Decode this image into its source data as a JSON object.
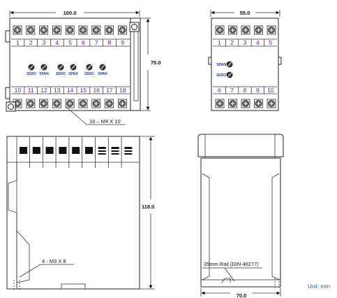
{
  "colors": {
    "terminal_numbers": "#6a1b9a",
    "pot_labels": "#1a3fa0",
    "unit_text": "#1f5fa8"
  },
  "front_view": {
    "width_dim": "100.0",
    "height_dim": "75.0",
    "top_terminals": [
      "1",
      "2",
      "3",
      "4",
      "5",
      "6",
      "7",
      "8",
      "9"
    ],
    "bottom_terminals": [
      "10",
      "11",
      "12",
      "13",
      "14",
      "15",
      "16",
      "17",
      "18"
    ],
    "pot_labels": [
      "ZERO",
      "SPAN",
      "ZERO",
      "SPAN",
      "ZERO",
      "SPAN"
    ],
    "screw_callout": "16 – M4 X 10"
  },
  "side_view": {
    "width_dim": "55.0",
    "top_terminals": [
      "1",
      "2",
      "3",
      "4",
      "5"
    ],
    "bottom_terminals": [
      "6",
      "7",
      "8",
      "9",
      "10"
    ],
    "pot_labels": [
      "SPAN",
      "ZERO"
    ]
  },
  "bottom_front_view": {
    "height_dim": "118.0",
    "screw_callout": "4 - M3 X 8"
  },
  "bottom_side_view": {
    "rail_callout": "35mm Rail (DIN 46277)",
    "width_dim": "70.0"
  },
  "unit_note": "Unit: mm"
}
